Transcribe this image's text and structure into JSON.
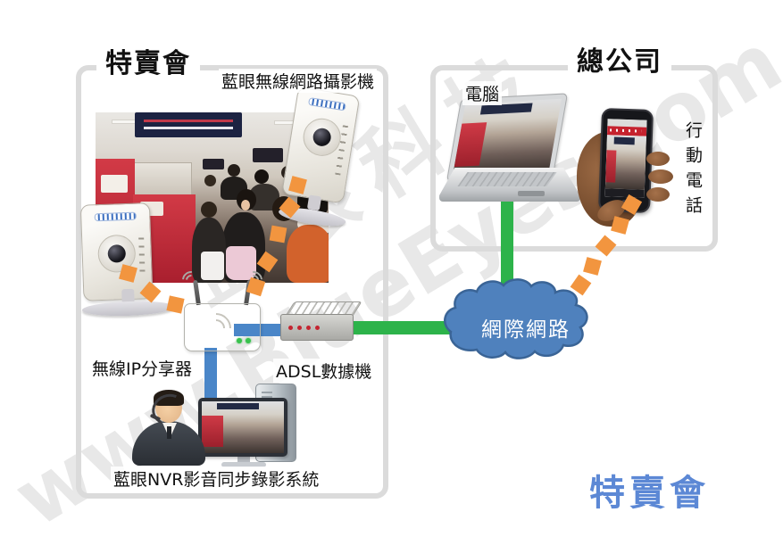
{
  "watermark": {
    "line1": "藍眼科技",
    "line2": "www.BlueEyes.com.tw"
  },
  "sale_area": {
    "title": "特賣會",
    "camera_label": "藍眼無線網路攝影機",
    "router_label": "無線IP分享器",
    "modem_label": "ADSL數據機",
    "nvr_label": "藍眼NVR影音同步錄影系統"
  },
  "hq_area": {
    "title": "總公司",
    "computer_label": "電腦",
    "mobile_label": "行動電話"
  },
  "cloud": {
    "label": "網際網路"
  },
  "footer": {
    "label": "特賣會"
  },
  "colors": {
    "accent_orange": "#F2953F",
    "link_green": "#2DB34A",
    "link_blue": "#4A86C8",
    "cloud_blue": "#4F81BD",
    "cloud_border": "#3A6496",
    "frame_gray": "#DBDBDB",
    "footer_blue": "#5C88D5"
  }
}
